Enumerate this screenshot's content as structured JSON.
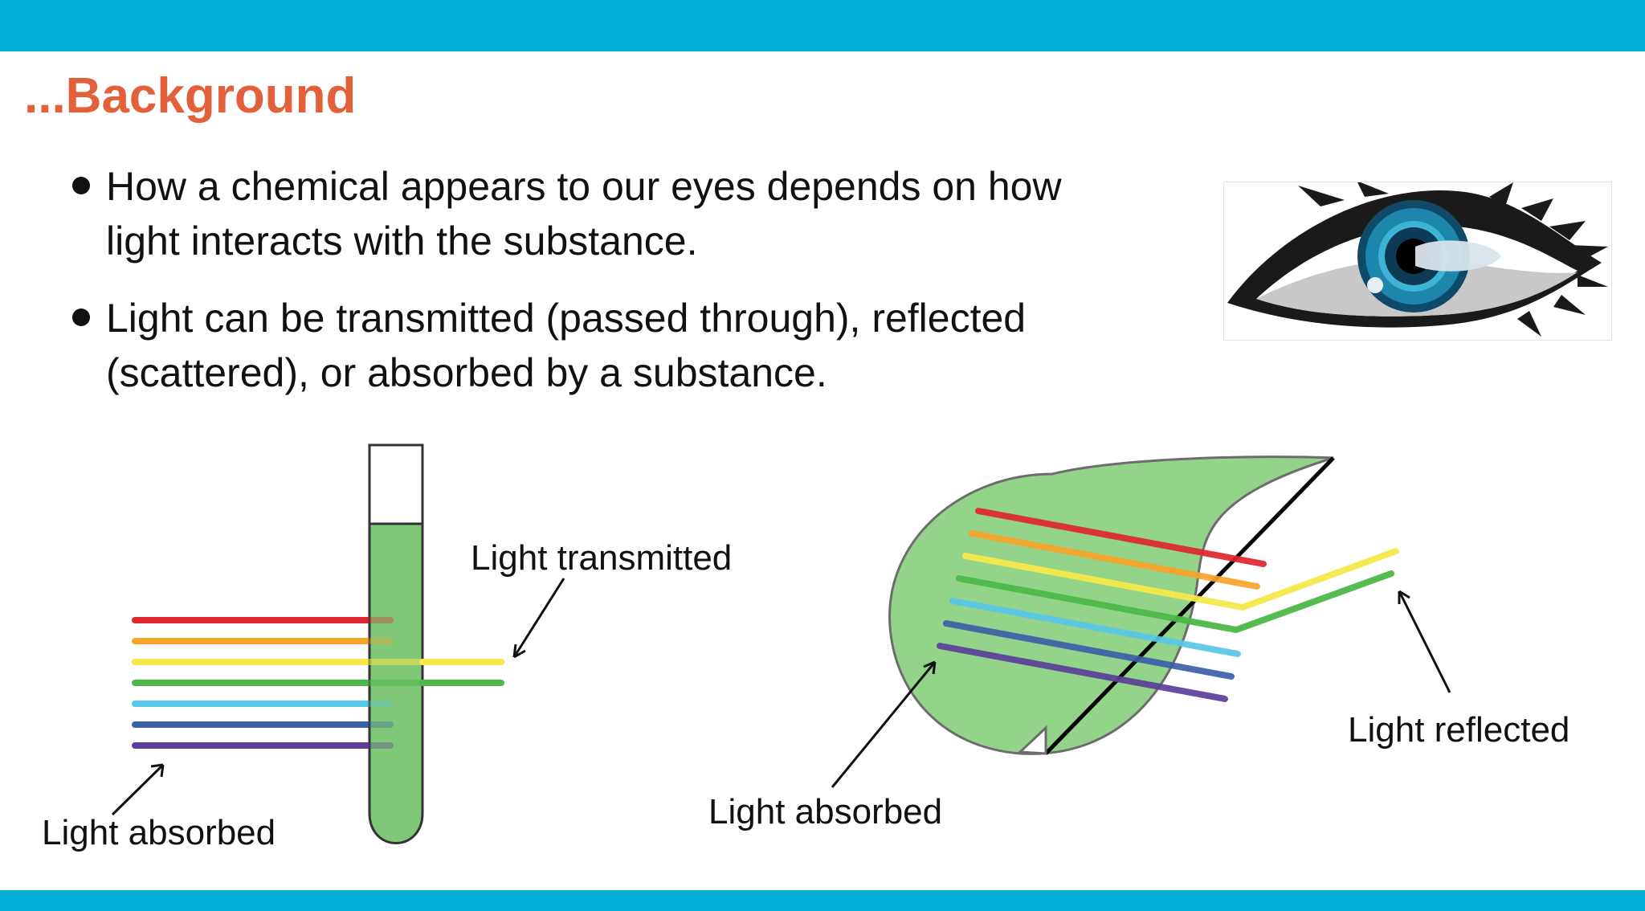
{
  "slide": {
    "title": "...Background",
    "bullets": [
      "How a chemical appears to our eyes depends on how light interacts with the substance.",
      "Light can be transmitted (passed through), reflected (scattered), or absorbed by a substance."
    ]
  },
  "theme": {
    "band_color": "#00afd6",
    "title_color": "#e2613a",
    "liquid_color": "#80c878",
    "leaf_color": "#94d48a"
  },
  "spectrum_colors": [
    "#e0262e",
    "#f7a42b",
    "#f6e94a",
    "#4db849",
    "#5ac6e8",
    "#3d5fa8",
    "#5b3f99"
  ],
  "diagrams": {
    "test_tube": {
      "transmitted_label": "Light transmitted",
      "absorbed_label": "Light absorbed"
    },
    "leaf": {
      "reflected_label": "Light reflected",
      "absorbed_label": "Light absorbed"
    }
  }
}
